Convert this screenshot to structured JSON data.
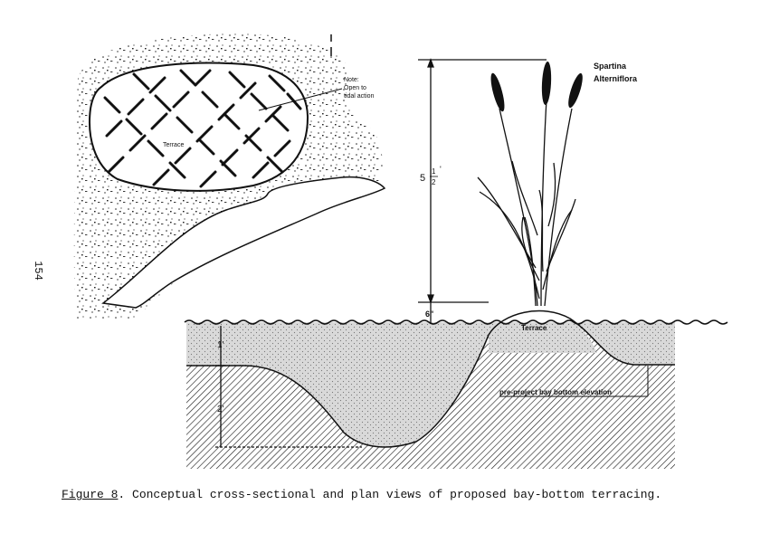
{
  "page_number": "154",
  "caption": {
    "figure_label": "Figure 8",
    "text": ". Conceptual cross-sectional and plan views of proposed bay-bottom terracing."
  },
  "plan_view": {
    "note_line1": "Note:",
    "note_line2": "Open to",
    "note_line3": "tidal action",
    "terrace_label": "Terrace"
  },
  "cross_section": {
    "plant_line1": "Spartina",
    "plant_line2": "Alterniflora",
    "height_whole": "5",
    "height_num": "1",
    "height_den": "2",
    "height_unit": "'",
    "water_gap": "6\"",
    "water_depth": "1'",
    "excavation_depth": "2'",
    "terrace_label": "Terrace",
    "bottom_label": "pre-project bay bottom elevation"
  },
  "colors": {
    "ink": "#111111",
    "paper": "#ffffff"
  }
}
